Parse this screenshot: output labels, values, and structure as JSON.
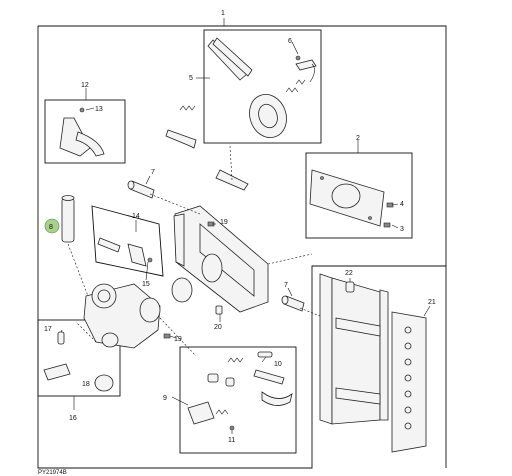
{
  "diagram": {
    "image_code": "PY21974B",
    "callouts": [
      {
        "id": "1",
        "text": "1"
      },
      {
        "id": "2",
        "text": "2"
      },
      {
        "id": "3",
        "text": "3"
      },
      {
        "id": "4",
        "text": "4"
      },
      {
        "id": "5",
        "text": "5"
      },
      {
        "id": "6",
        "text": "6"
      },
      {
        "id": "7a",
        "text": "7"
      },
      {
        "id": "7b",
        "text": "7"
      },
      {
        "id": "8",
        "text": "8"
      },
      {
        "id": "9",
        "text": "9"
      },
      {
        "id": "10",
        "text": "10"
      },
      {
        "id": "11",
        "text": "11"
      },
      {
        "id": "12",
        "text": "12"
      },
      {
        "id": "13",
        "text": "13"
      },
      {
        "id": "14",
        "text": "14"
      },
      {
        "id": "15",
        "text": "15"
      },
      {
        "id": "16",
        "text": "16"
      },
      {
        "id": "17",
        "text": "17"
      },
      {
        "id": "18",
        "text": "18"
      },
      {
        "id": "19a",
        "text": "19"
      },
      {
        "id": "19b",
        "text": "19"
      },
      {
        "id": "20",
        "text": "20"
      },
      {
        "id": "21",
        "text": "21"
      },
      {
        "id": "22",
        "text": "22"
      }
    ],
    "highlight_color": "#a6d28a"
  }
}
